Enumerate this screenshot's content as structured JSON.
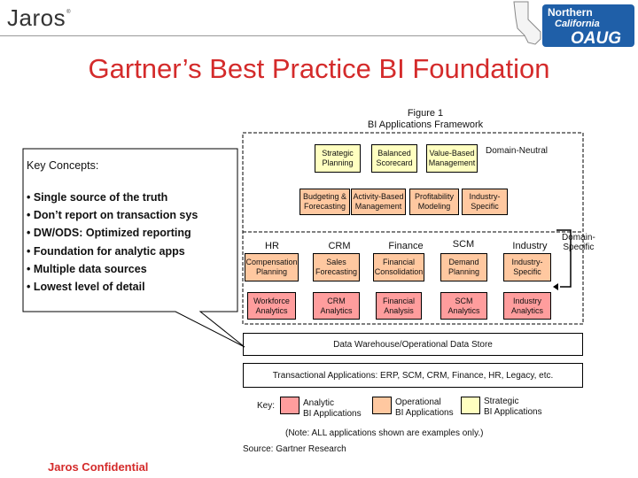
{
  "header": {
    "logo": "Jaros",
    "logo_mark": "®",
    "title": "Gartner’s Best Practice BI Foundation"
  },
  "oaug": {
    "line1": "Northern",
    "line2": "California",
    "line3": "OAUG"
  },
  "figure": {
    "title_line1": "Figure 1",
    "title_line2": "BI Applications Framework",
    "domain_neutral": "Domain-Neutral",
    "domain_specific": "Domain-\nSpecific",
    "strategic": [
      "Strategic\nPlanning",
      "Balanced\nScorecard",
      "Value-Based\nManagement"
    ],
    "operational": [
      "Budgeting &\nForecasting",
      "Activity-Based\nManagement",
      "Profitability\nModeling",
      "Industry-\nSpecific"
    ],
    "columns": [
      "HR",
      "CRM",
      "Finance",
      "SCM",
      "Industry"
    ],
    "planning": [
      "Compensation\nPlanning",
      "Sales\nForecasting",
      "Financial\nConsolidation",
      "Demand\nPlanning",
      "Industry-\nSpecific"
    ],
    "analytics": [
      "Workforce\nAnalytics",
      "CRM\nAnalytics",
      "Financial\nAnalysis",
      "SCM\nAnalytics",
      "Industry\nAnalytics"
    ],
    "data_warehouse": "Data Warehouse/Operational Data Store",
    "transactional": "Transactional Applications: ERP, SCM, CRM, Finance, HR, Legacy, etc.",
    "key_label": "Key:",
    "key_items": [
      "Analytic\nBI Applications",
      "Operational\nBI Applications",
      "Strategic\nBI Applications"
    ],
    "note": "(Note: ALL applications shown are examples only.)",
    "source": "Source: Gartner Research"
  },
  "callout": {
    "heading": "Key Concepts:",
    "items": [
      "• Single source of the truth",
      "• Don’t report on transaction sys",
      "• DW/ODS: Optimized reporting",
      "• Foundation for analytic apps",
      "• Multiple data sources",
      "• Lowest level of detail"
    ]
  },
  "footer": "Jaros Confidential",
  "colors": {
    "title": "#d42b2b",
    "analytic": "#ff9d9d",
    "operational": "#ffc8a0",
    "strategic": "#ffffc0",
    "oaug_blue": "#1f5fa8"
  }
}
